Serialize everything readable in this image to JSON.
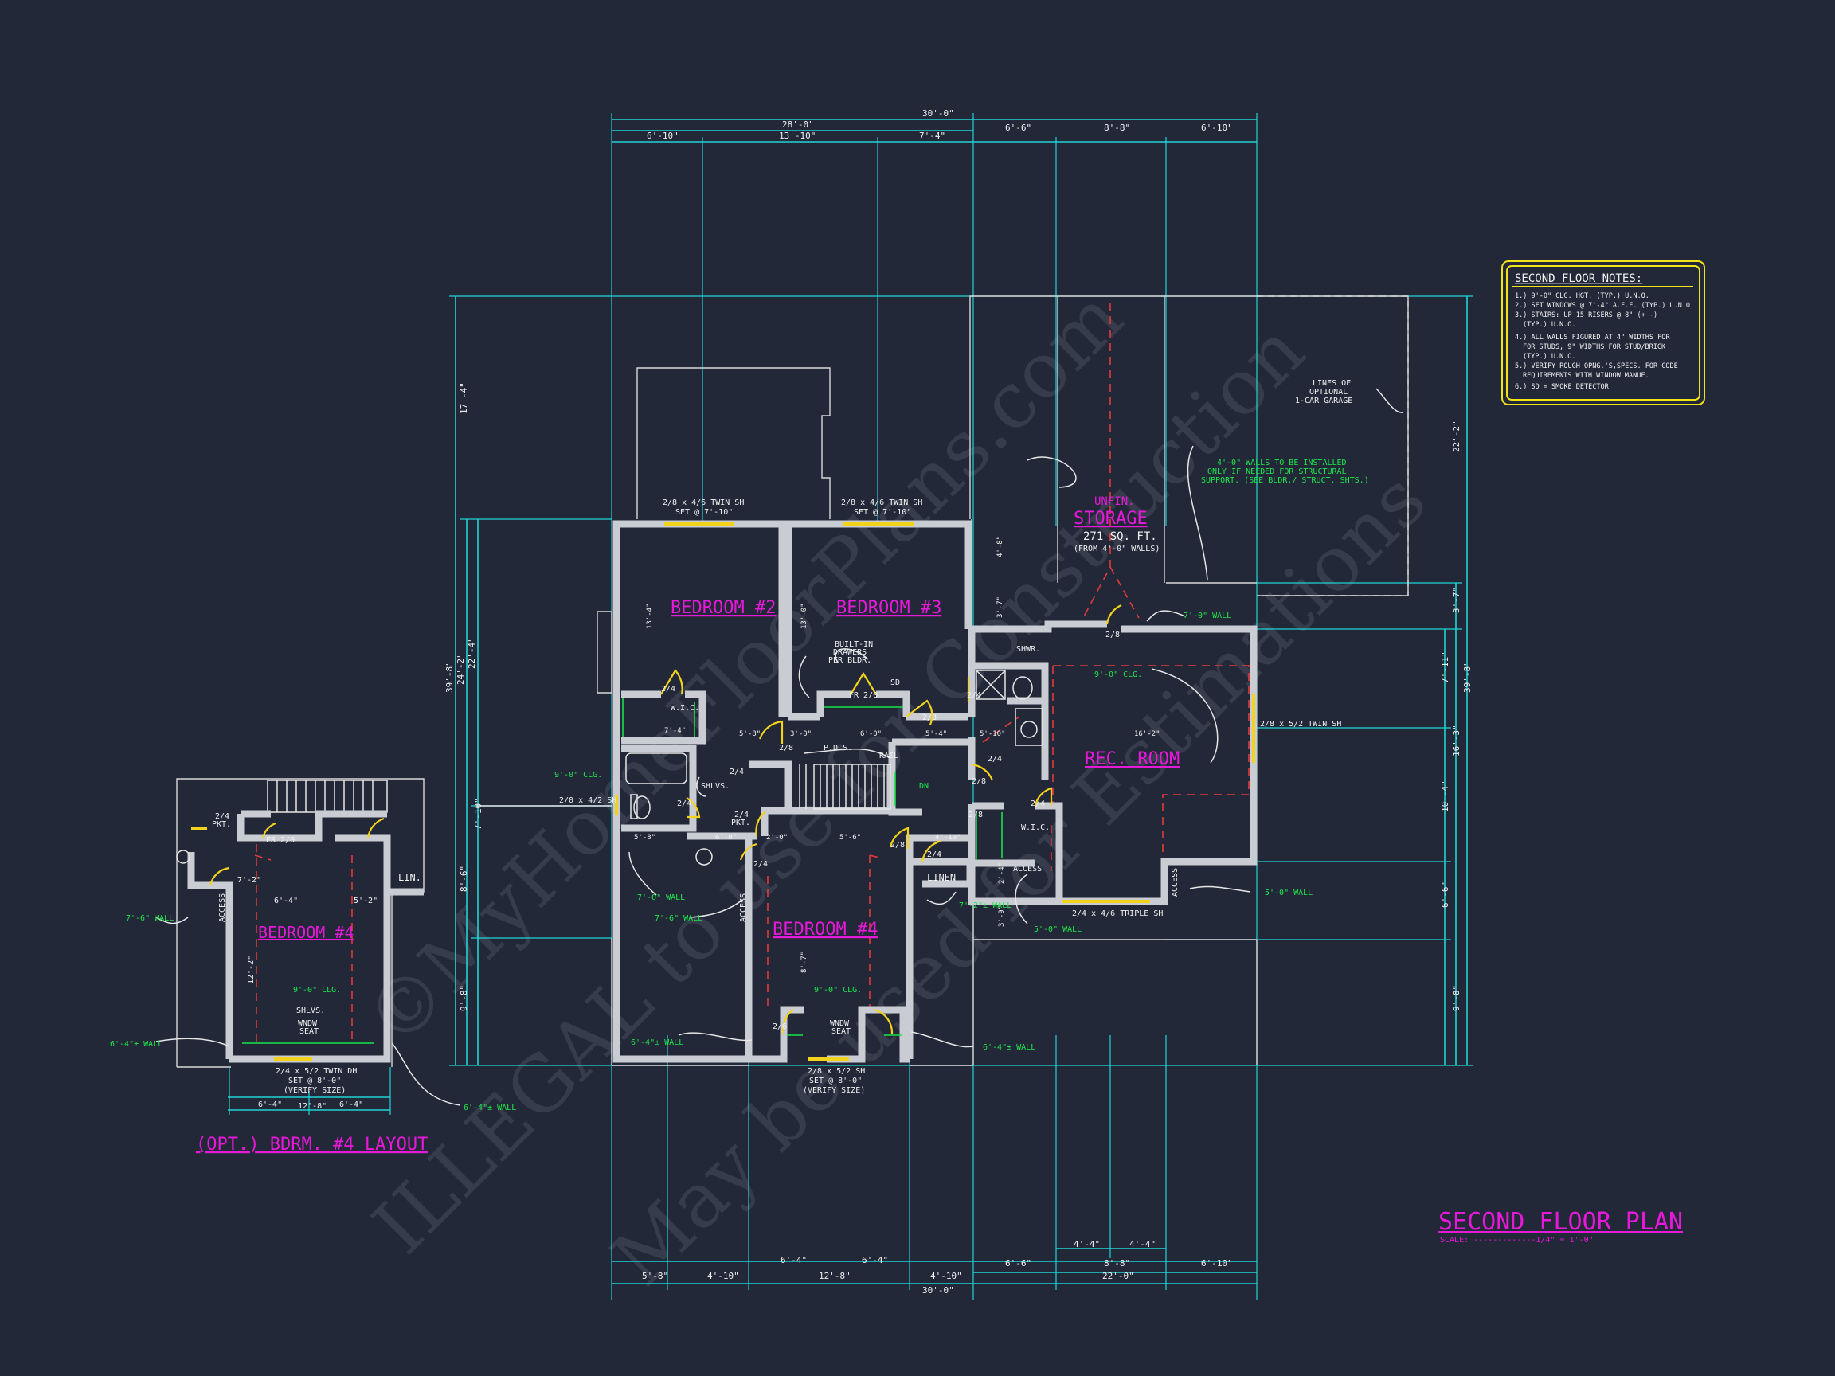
{
  "colors": {
    "background": "#222838",
    "dimension": "#1fd4d6",
    "room_label": "#e619d8",
    "note_green": "#1ee84c",
    "window": "#f2d21a",
    "notes_border": "#f2e21a"
  },
  "watermark": {
    "line1": "©MyHomeFloorPlans.com",
    "line2": "ILLEGAL to use for Construction",
    "line3": "May be used for Estimations"
  },
  "notes": {
    "title": "SECOND FLOOR NOTES:",
    "items": [
      "1.) 9'-0\" CLG. HGT. (TYP.) U.N.O.",
      "2.) SET WINDOWS @ 7'-4\" A.F.F. (TYP.) U.N.O.",
      "3.) STAIRS: UP 15 RISERS @ 8\" (+ -)",
      "(TYP.) U.N.O.",
      "4.) ALL WALLS FIGURED AT 4\" WIDTHS FOR",
      "FOR STUDS, 9\" WIDTHS FOR STUD/BRICK",
      "(TYP.) U.N.O.",
      "5.) VERIFY ROUGH OPNG.'S,SPECS. FOR CODE",
      "REQUIREMENTS WITH WINDOW MANUF.",
      "6.) SD = SMOKE DETECTOR"
    ]
  },
  "title_block": {
    "title": "SECOND FLOOR PLAN",
    "scale": "SCALE: -------------1/4\" = 1'-0\""
  },
  "opt_layout": {
    "title": "(OPT.) BDRM. #4 LAYOUT"
  },
  "rooms": {
    "bed2": "BEDROOM #2",
    "bed3": "BEDROOM #3",
    "bed4": "BEDROOM #4",
    "opt_bed4": "BEDROOM #4",
    "rec": "REC. ROOM",
    "unfin": "UNFIN.",
    "storage": "STORAGE",
    "storage_area": "271 SQ. FT.",
    "storage_note": "(FROM 4'-0\" WALLS)"
  },
  "labels": {
    "wic": "W.I.C.",
    "wic2": "W.I.C.",
    "linen": "LINEN",
    "lin": "LIN.",
    "pds": "P.D.S.",
    "rail": "RAIL",
    "dn": "DN",
    "shlvs": "SHLVS.",
    "shlvs2": "SHLVS.",
    "shwr": "SHWR.",
    "fr": "FR 2/0",
    "fr2": "FR 2/0",
    "built1": "BUILT-IN",
    "built2": "DRAWERS",
    "built3": "PER BLDR.",
    "pkt": "2/4",
    "pkt2": "PKT.",
    "access": "ACCESS",
    "access2": "ACCESS",
    "access3": "ACCESS",
    "access4": "ACCESS",
    "garage1": "LINES OF",
    "garage2": "OPTIONAL",
    "garage3": "1-CAR GARAGE",
    "wndw1": "WNDW",
    "wndw2": "SEAT",
    "sd": "SD"
  },
  "green_notes": {
    "struct1": "4'-0\" WALLS TO BE INSTALLED",
    "struct2": "ONLY IF NEEDED FOR STRUCTURAL",
    "struct3": "SUPPORT. (SEE BLDR./ STRUCT. SHTS.)",
    "clg9": "9'-0\" CLG.",
    "clg9b": "9'-0\" CLG.",
    "clg9c": "9'-0\" CLG.",
    "clg9d": "9'-0\" CLG.",
    "wall70": "7'-0\" WALL",
    "wall70b": "7'-0\" WALL",
    "wall76": "7'-6\" WALL",
    "wall76b": "7'-6\" WALL",
    "wall50": "5'-0\" WALL",
    "wall50b": "5'-0\" WALL",
    "wall64": "6'-4\"± WALL",
    "wall64b": "6'-4\"± WALL",
    "wall64c": "6'-4\"± WALL",
    "wall64d": "6'-4\"± WALL",
    "wall72": "7'-2\"± WALL"
  },
  "windows": {
    "w_bed2a": "2/8 x 4/6 TWIN SH",
    "w_bed2b": "SET @ 7'-10\"",
    "w_bed3a": "2/8 x 4/6 TWIN SH",
    "w_bed3b": "SET @ 7'-10\"",
    "w_rec": "2/8 x 5/2 TWIN SH",
    "w_bath": "2/0 x 4/2 SH",
    "w_triple": "2/4 x 4/6 TRIPLE SH",
    "w_bed4a": "2/8 x 5/2 SH",
    "w_bed4b": "SET @ 8'-0\"",
    "w_bed4c": "(VERIFY SIZE)",
    "w_opt_a": "2/4 x 5/2 TWIN DH",
    "w_opt_b": "SET @ 8'-0\"",
    "w_opt_c": "(VERIFY SIZE)"
  },
  "doors": {
    "d28": "2/8",
    "d24": "2/4",
    "d26": "2/6",
    "d24b": "2/4",
    "d24c": "2/4",
    "d24d": "2/4",
    "d24e": "2/4",
    "d24f": "2/4",
    "d24g": "2/4",
    "d24h": "2/4",
    "d28b": "2/8",
    "d28c": "2/8",
    "d28d": "2/8",
    "d28e": "2/8",
    "d28f": "2/8"
  },
  "dims": {
    "top_total": "30'-0\"",
    "top_a": "28'-0\"",
    "top_b1": "6'-10\"",
    "top_b2": "13'-10\"",
    "top_b3": "7'-4\"",
    "top_c1": "6'-6\"",
    "top_c2": "8'-8\"",
    "top_c3": "6'-10\"",
    "bot_total": "30'-0\"",
    "bot_a1": "5'-8\"",
    "bot_a2": "4'-10\"",
    "bot_a3": "12'-8\"",
    "bot_a4": "4'-10\"",
    "bot_a5": "22'-0\"",
    "bot_b1": "6'-4\"",
    "bot_b2": "6'-4\"",
    "bot_c1": "6'-6\"",
    "bot_c2": "8'-8\"",
    "bot_c3": "6'-10\"",
    "bot_d1": "4'-4\"",
    "bot_d2": "4'-4\"",
    "left_total": "39'-8\"",
    "left_a": "24'-2\"",
    "left_b": "22'-4\"",
    "left_c1": "17'-4\"",
    "left_c2": "8'-6\"",
    "left_c3": "9'-8\"",
    "left_c4": "7'-10\"",
    "right_total": "39'-8\"",
    "right_a1": "22'-2\"",
    "right_a2": "3'-7\"",
    "right_a3": "7'-11\"",
    "right_a4": "16'-3\"",
    "right_a5": "6'-6\"",
    "right_a6": "9'-8\"",
    "right_a7": "10'-4\"",
    "int1": "13'-4\"",
    "int2": "13'-0\"",
    "int3": "3'-7\"",
    "int4": "4'-8\"",
    "int5": "7'-4\"",
    "int6": "3'-0\"",
    "int7": "6'-0\"",
    "int8": "5'-4\"",
    "int9": "5'-10\"",
    "int10": "16'-2\"",
    "int11": "5'-8\"",
    "int12": "5'-8\"",
    "int13": "6'-0\"",
    "int14": "2'-0\"",
    "int15": "5'-6\"",
    "int16": "4'-10\"",
    "int17": "2'-4\"",
    "int18": "3'-9\"",
    "int19": "8'-7\"",
    "opt_w": "12'-8\"",
    "opt_a": "6'-4\"",
    "opt_b": "6'-4\"",
    "opt_c": "6'-4\"",
    "opt_d": "5'-2\"",
    "opt_e": "7'-2\"",
    "opt_h": "12'-2\""
  }
}
